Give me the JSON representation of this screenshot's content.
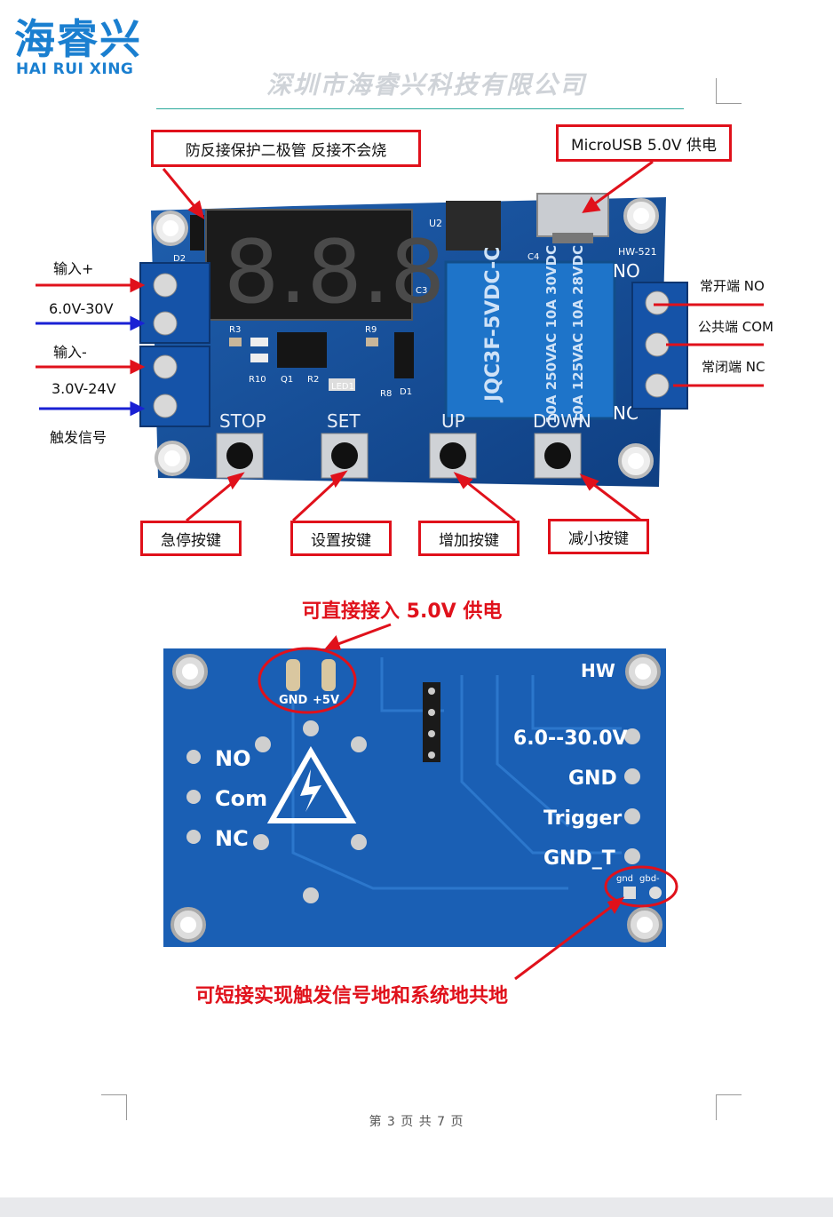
{
  "header": {
    "logo_cn": "海睿兴",
    "logo_en": "HAI RUI XING",
    "company": "深圳市海睿兴科技有限公司"
  },
  "top_board": {
    "callouts": {
      "diode": "防反接保护二极管  反接不会烧",
      "usb": "MicroUSB 5.0V 供电",
      "stop": "急停按键",
      "set": "设置按键",
      "up": "增加按键",
      "down": "减小按键"
    },
    "left_labels": {
      "in_plus": "输入+",
      "v1": "6.0V-30V",
      "in_minus": "输入-",
      "v2": "3.0V-24V",
      "trigger": "触发信号"
    },
    "right_labels": {
      "no": "常开端 NO",
      "com": "公共端 COM",
      "nc": "常闭端 NC"
    },
    "silkscreen": {
      "model": "HW-521",
      "relay_model": "JQC3F-5VDC-C",
      "relay_rating1": "10A 250VAC 10A 30VDC",
      "relay_rating2": "10A 125VAC 10A 28VDC",
      "display": "8.8.8.",
      "stop": "STOP",
      "set": "SET",
      "up": "UP",
      "down": "DOWN",
      "d2": "D2",
      "u2": "U2",
      "c4": "C4",
      "c3": "C3",
      "r3": "R3",
      "r9": "R9",
      "r10": "R10",
      "q1": "Q1",
      "r2": "R2",
      "led1": "LED1",
      "r8": "R8",
      "d1": "D1",
      "no": "NO",
      "nc": "NC"
    }
  },
  "bottom_board": {
    "callout_top": "可直接接入 5.0V 供电",
    "callout_bottom": "可短接实现触发信号地和系统地共地",
    "pads": {
      "gnd": "GND",
      "plus5v": "+5V"
    },
    "silkscreen": {
      "hw": "HW",
      "voltage": "6.0--30.0V",
      "gnd": "GND",
      "trigger": "Trigger",
      "gnd_t": "GND_T",
      "no": "NO",
      "com": "Com",
      "nc": "NC",
      "gnd_small": "gnd",
      "gbd_small": "gbd-"
    }
  },
  "footer": {
    "page": "第 3 页 共 7 页"
  }
}
